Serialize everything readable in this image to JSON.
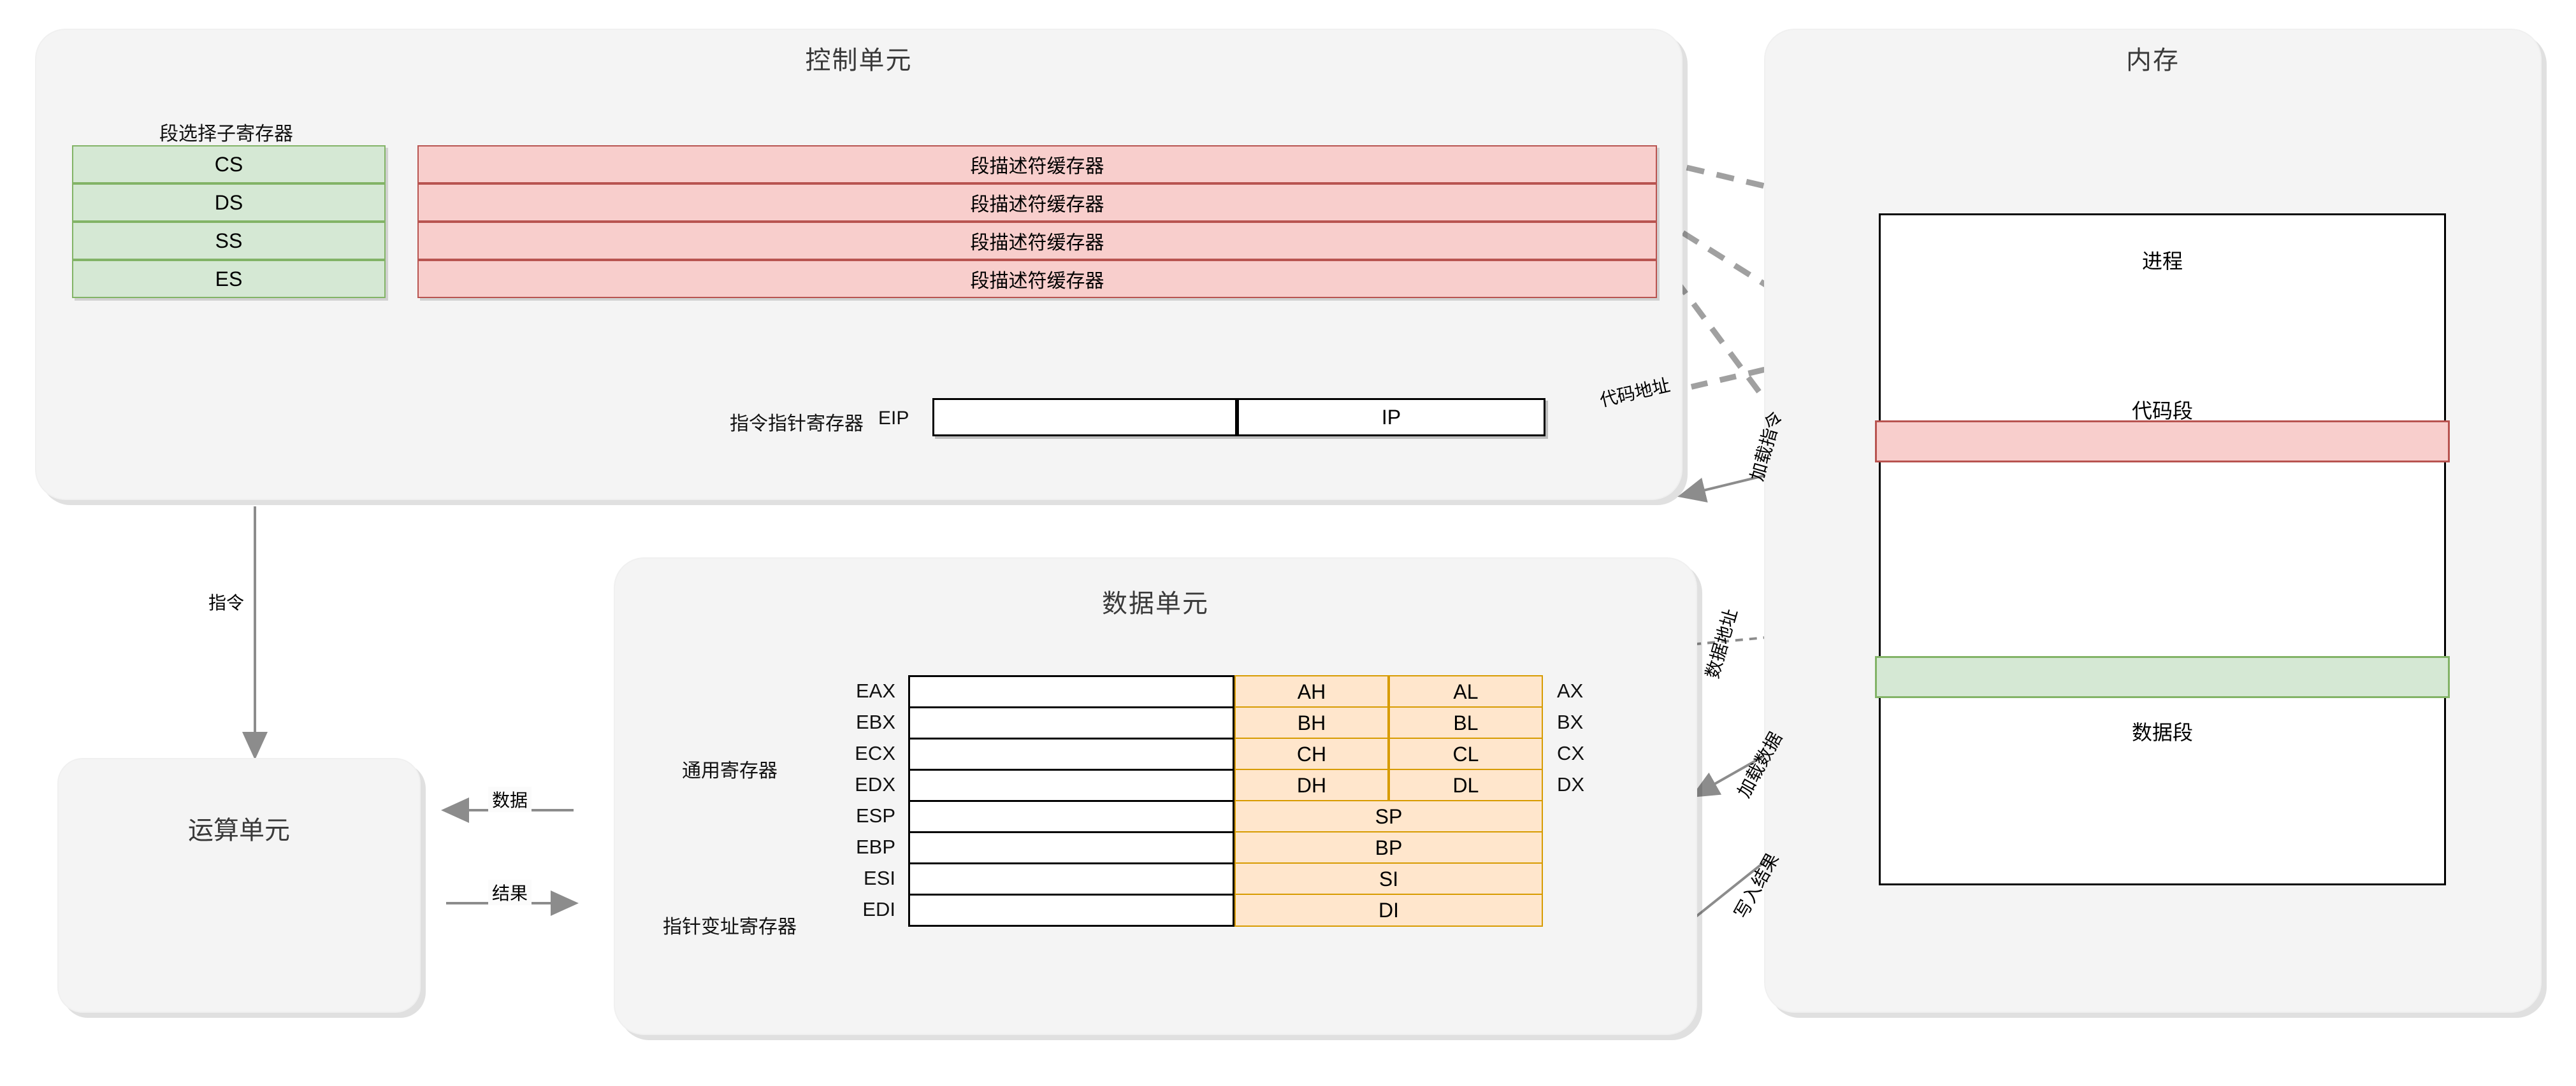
{
  "control_unit": {
    "title": "控制单元",
    "segment_selector_label": "段选择子寄存器",
    "segment_selectors": [
      "CS",
      "DS",
      "SS",
      "ES"
    ],
    "descriptor_caches": [
      "段描述符缓存器",
      "段描述符缓存器",
      "段描述符缓存器",
      "段描述符缓存器"
    ],
    "ip_register_label": "指令指针寄存器",
    "ip_register_name": "EIP",
    "ip_low_label": "IP"
  },
  "alu_unit": {
    "title": "运算单元"
  },
  "data_unit": {
    "title": "数据单元",
    "general_registers_label": "通用寄存器",
    "pointer_registers_label": "指针变址寄存器",
    "rows": [
      {
        "ext": "EAX",
        "high": "AH",
        "low": "AL",
        "word": "AX",
        "split": true
      },
      {
        "ext": "EBX",
        "high": "BH",
        "low": "BL",
        "word": "BX",
        "split": true
      },
      {
        "ext": "ECX",
        "high": "CH",
        "low": "CL",
        "word": "CX",
        "split": true
      },
      {
        "ext": "EDX",
        "high": "DH",
        "low": "DL",
        "word": "DX",
        "split": true
      },
      {
        "ext": "ESP",
        "word_inner": "SP",
        "word": "",
        "split": false
      },
      {
        "ext": "EBP",
        "word_inner": "BP",
        "word": "",
        "split": false
      },
      {
        "ext": "ESI",
        "word_inner": "SI",
        "word": "",
        "split": false
      },
      {
        "ext": "EDI",
        "word_inner": "DI",
        "word": "",
        "split": false
      }
    ]
  },
  "memory": {
    "title": "内存",
    "process_label": "进程",
    "code_segment_label": "代码段",
    "data_segment_label": "数据段"
  },
  "connections": {
    "instruction": "指令",
    "data": "数据",
    "result": "结果",
    "code_address": "代码地址",
    "load_instruction": "加载指令",
    "data_address": "数据地址",
    "load_data": "加载数据",
    "write_result": "写入结果"
  },
  "colors": {
    "unit_bg": "#f4f4f4",
    "green_fill": "#d5e8d4",
    "green_stroke": "#82b366",
    "red_fill": "#f8cecc",
    "red_stroke": "#b85450",
    "orange_fill": "#ffe6cc",
    "orange_stroke": "#d79b00",
    "wire": "#8c8c8c",
    "text": "#000000"
  }
}
